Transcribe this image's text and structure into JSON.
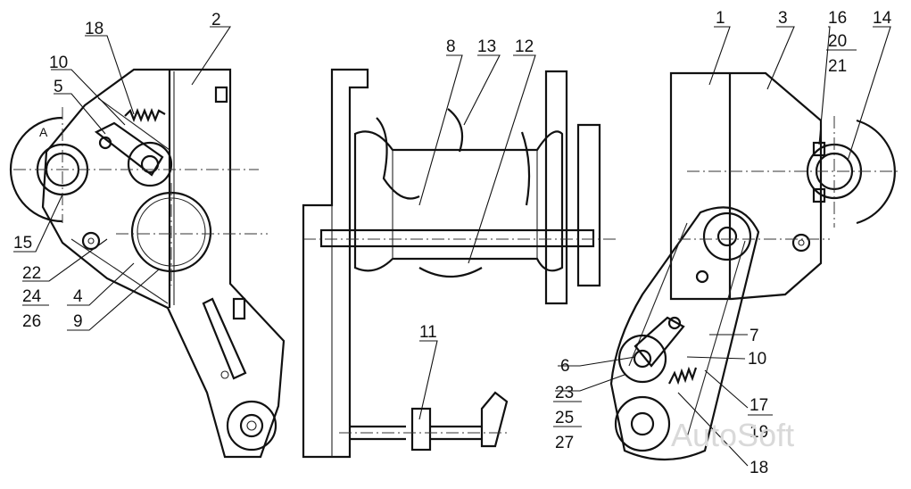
{
  "callouts": [
    {
      "id": "c18a",
      "text": "18"
    },
    {
      "id": "c2",
      "text": "2"
    },
    {
      "id": "c10a",
      "text": "10"
    },
    {
      "id": "c5",
      "text": "5"
    },
    {
      "id": "cA",
      "text": "A"
    },
    {
      "id": "c15",
      "text": "15"
    },
    {
      "id": "c22",
      "text": "22"
    },
    {
      "id": "c24",
      "text": "24"
    },
    {
      "id": "c26",
      "text": "26"
    },
    {
      "id": "c4",
      "text": "4"
    },
    {
      "id": "c9",
      "text": "9"
    },
    {
      "id": "c8",
      "text": "8"
    },
    {
      "id": "c13",
      "text": "13"
    },
    {
      "id": "c12",
      "text": "12"
    },
    {
      "id": "c11",
      "text": "11"
    },
    {
      "id": "c1",
      "text": "1"
    },
    {
      "id": "c3",
      "text": "3"
    },
    {
      "id": "c16",
      "text": "16"
    },
    {
      "id": "c20",
      "text": "20"
    },
    {
      "id": "c21",
      "text": "21"
    },
    {
      "id": "c14",
      "text": "14"
    },
    {
      "id": "c7",
      "text": "7"
    },
    {
      "id": "c6",
      "text": "6"
    },
    {
      "id": "c10b",
      "text": "10"
    },
    {
      "id": "c23",
      "text": "23"
    },
    {
      "id": "c25",
      "text": "25"
    },
    {
      "id": "c27",
      "text": "27"
    },
    {
      "id": "c17",
      "text": "17"
    },
    {
      "id": "c19",
      "text": "19"
    },
    {
      "id": "c18b",
      "text": "18"
    }
  ],
  "watermark": "AutoSoft"
}
